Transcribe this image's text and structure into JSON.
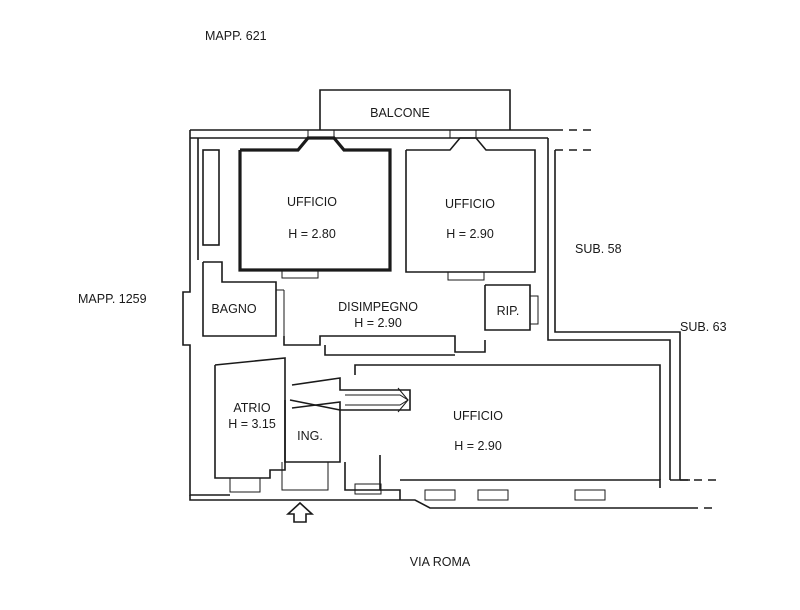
{
  "labels": {
    "mapp_621": "MAPP. 621",
    "mapp_1259": "MAPP. 1259",
    "balcone": "BALCONE",
    "sub_58": "SUB. 58",
    "sub_63": "SUB. 63",
    "via_roma": "VIA ROMA"
  },
  "rooms": {
    "ufficio_1": {
      "name": "UFFICIO",
      "height": "H = 2.80"
    },
    "ufficio_2": {
      "name": "UFFICIO",
      "height": "H = 2.90"
    },
    "bagno": {
      "name": "BAGNO"
    },
    "disimpegno": {
      "name": "DISIMPEGNO",
      "height": "H = 2.90"
    },
    "rip": {
      "name": "RIP."
    },
    "atrio": {
      "name": "ATRIO",
      "height": "H = 3.15"
    },
    "ingresso": {
      "name": "ING."
    },
    "ufficio_3": {
      "name": "UFFICIO",
      "height": "H = 2.90"
    }
  }
}
